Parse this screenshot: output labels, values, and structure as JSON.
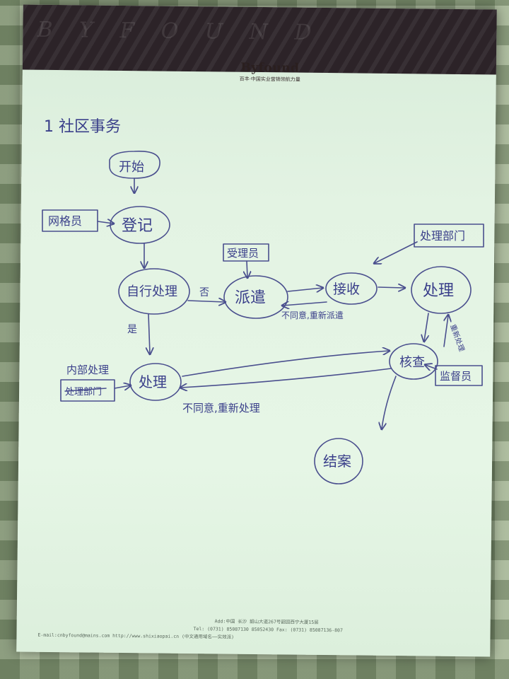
{
  "letterhead": {
    "watermark": "B Y F O U N D",
    "brand": "Byfound",
    "tagline": "百丰·中国实业营销领航力量"
  },
  "heading": "1 社区事务",
  "nodes": {
    "start": "开始",
    "grid_staff": "网格员",
    "register": "登记",
    "acceptor": "受理员",
    "self_handle": "自行处理",
    "dispatch": "派遣",
    "receive": "接收",
    "dept_top": "处理部门",
    "handle_right": "处理",
    "verify": "核查",
    "supervisor": "监督员",
    "internal": "内部处理",
    "dept_bottom": "处理部门",
    "handle_left": "处理",
    "end": "结案"
  },
  "edge_labels": {
    "no": "否",
    "yes": "是",
    "redispatch": "不同意,重新派遣",
    "rehandle_right": "重新处理",
    "rehandle_bottom": "不同意,重新处理"
  },
  "footer": {
    "line1": "Add:中国 长沙 韶山大道267号韶园西宁大厦15层",
    "line2": "Tel: (0731) 85087130    85052430    Fax: (0731) 85087136-807",
    "line3": "E-mail:cnbyfound@mains.com        http://www.shixiaopai.cn  (中文通用域名——实效派)"
  },
  "colors": {
    "ink": "#3a3f8a",
    "paper": "#e3f3e3",
    "header": "#2c2328"
  }
}
